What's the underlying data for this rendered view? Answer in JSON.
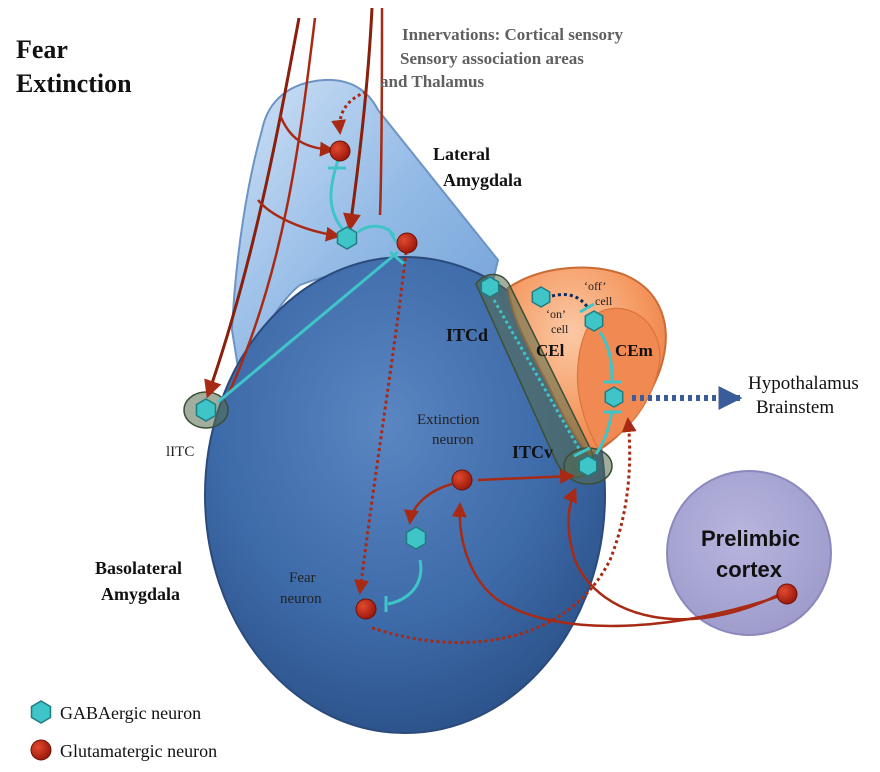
{
  "title": {
    "line1": "Fear",
    "line2": "Extinction"
  },
  "innervations": {
    "line1": "Innervations: Cortical sensory",
    "line2": "Sensory association areas",
    "line3": "and Thalamus"
  },
  "regions": {
    "lateral_line1": "Lateral",
    "lateral_line2": "Amygdala",
    "basolateral_line1": "Basolateral",
    "basolateral_line2": "Amygdala",
    "prelimbic_line1": "Prelimbic",
    "prelimbic_line2": "cortex"
  },
  "nodes": {
    "itcd": "ITCd",
    "itcv": "ITCv",
    "litc": "lITC",
    "cel": "CEl",
    "cem": "CEm",
    "on_cell_1": "‘on’",
    "on_cell_2": "cell",
    "off_cell_1": "‘off’",
    "off_cell_2": "cell",
    "extinction_1": "Extinction",
    "extinction_2": "neuron",
    "fear_1": "Fear",
    "fear_2": "neuron"
  },
  "targets": {
    "line1": "Hypothalamus",
    "line2": "Brainstem"
  },
  "legend": {
    "gaba": "GABAergic neuron",
    "glut": "Glutamatergic neuron"
  },
  "colors": {
    "gaba": "#3fc4c8",
    "glut": "#b8200e",
    "arrow_red": "#a82a14",
    "inhibit_teal": "#3fc4c8",
    "bla_blue": "#3d6aa8",
    "la_blue": "#8db5e3",
    "ce_orange": "#f49b66",
    "prelimbic": "#a7a5d2"
  }
}
